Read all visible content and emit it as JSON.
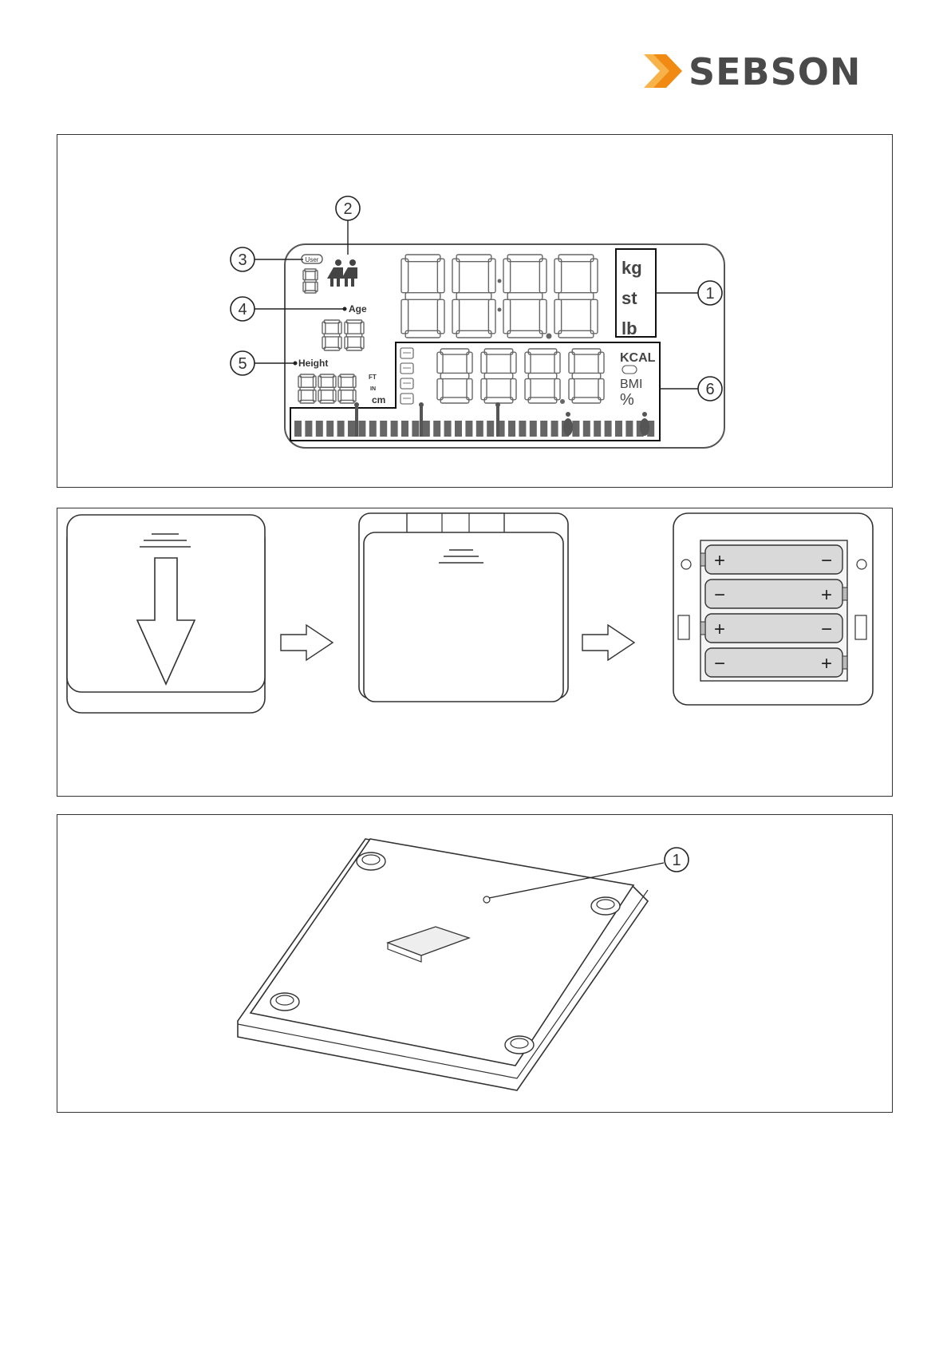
{
  "brand": {
    "name": "SEBSON",
    "accent": "#f39c1e",
    "text_color": "#4a4a4a"
  },
  "lcd_diagram": {
    "callouts": [
      "1",
      "2",
      "3",
      "4",
      "5",
      "6"
    ],
    "units_main": [
      "kg",
      "st",
      "lb"
    ],
    "units_secondary": [
      "KCAL",
      "BMI",
      "%"
    ],
    "label_user": "User",
    "label_age": "Age",
    "label_height": "Height",
    "height_units": [
      "FT",
      "IN",
      "cm"
    ]
  },
  "battery_diagram": {
    "polarity": [
      [
        "+",
        "−"
      ],
      [
        "−",
        "+"
      ],
      [
        "+",
        "−"
      ],
      [
        "−",
        "+"
      ]
    ]
  },
  "scale_underside": {
    "callouts": [
      "1"
    ]
  }
}
